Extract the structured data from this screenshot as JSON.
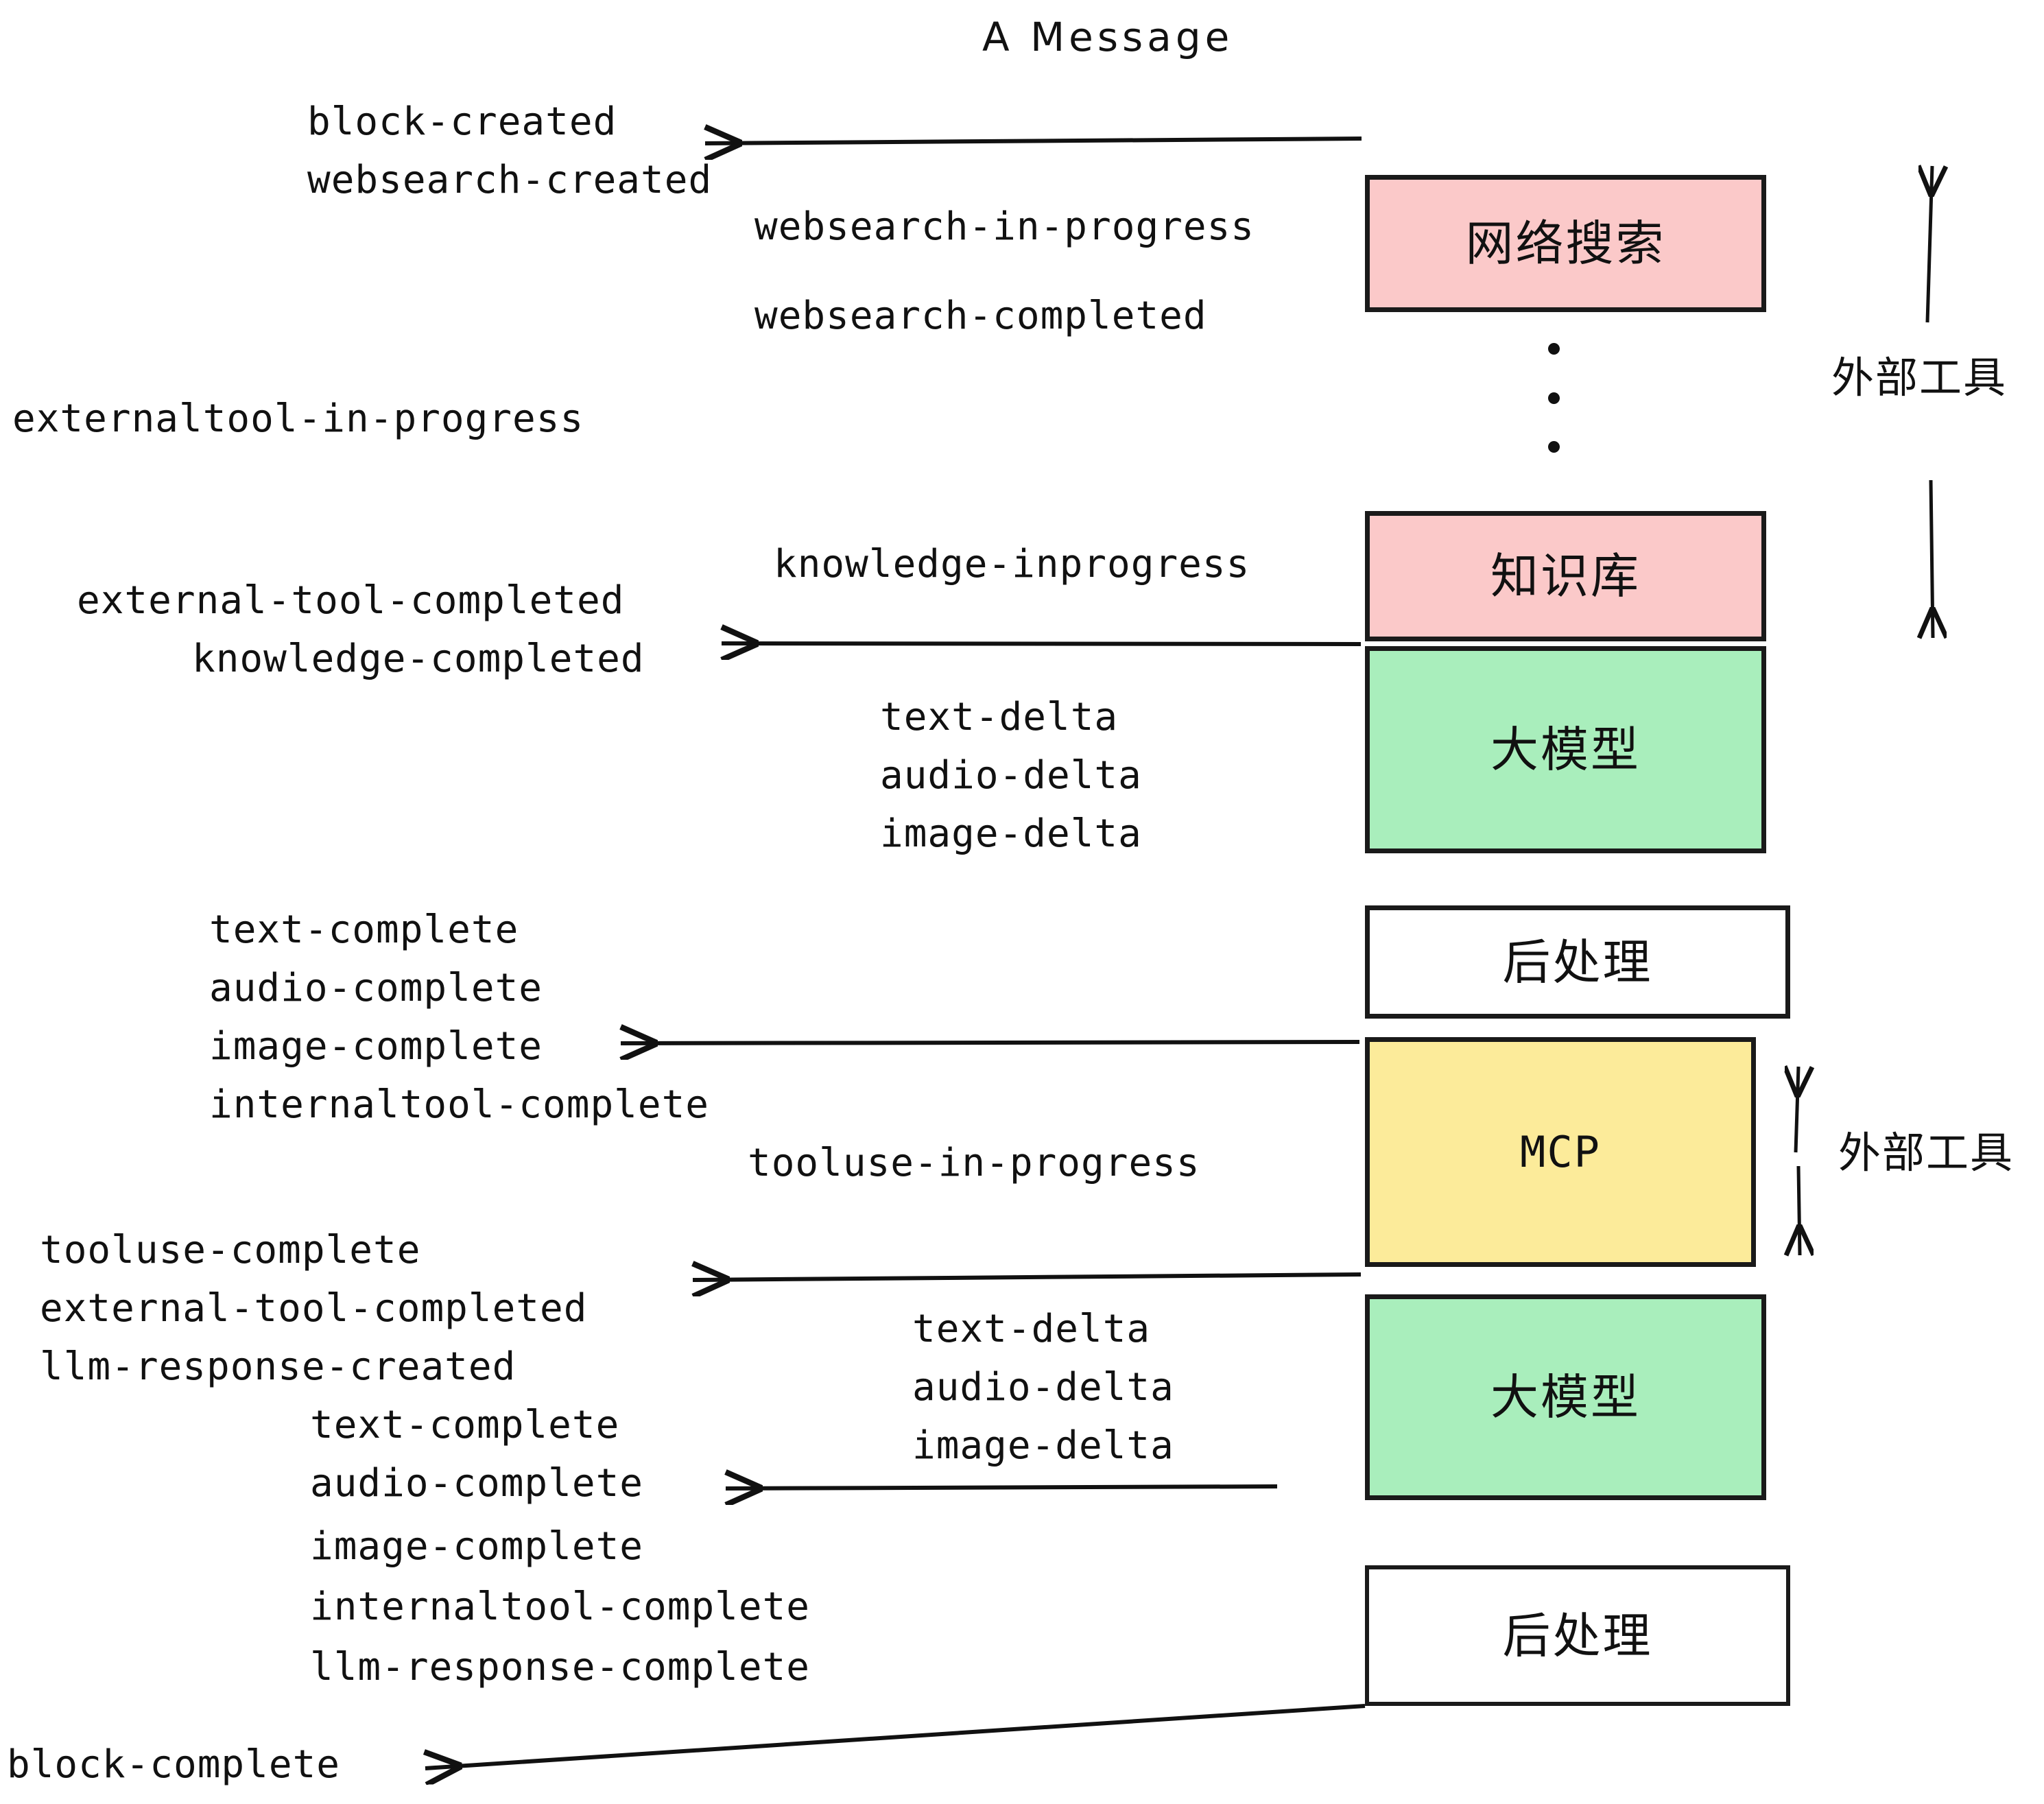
{
  "title": "A Message",
  "boxes": [
    {
      "id": "websearch",
      "label": "网络搜索",
      "color": "#FBC9C9"
    },
    {
      "id": "knowledge",
      "label": "知识库",
      "color": "#FBC9C9"
    },
    {
      "id": "llm1",
      "label": "大模型",
      "color": "#A9EEBC"
    },
    {
      "id": "postprocess1",
      "label": "后处理",
      "color": "#FFFFFF"
    },
    {
      "id": "mcp",
      "label": "MCP",
      "color": "#FCEB9A"
    },
    {
      "id": "llm2",
      "label": "大模型",
      "color": "#A9EEBC"
    },
    {
      "id": "postprocess2",
      "label": "后处理",
      "color": "#FFFFFF"
    }
  ],
  "side_labels": [
    {
      "id": "external-tool-top",
      "label": "外部工具"
    },
    {
      "id": "external-tool-bottom",
      "label": "外部工具"
    }
  ],
  "events": {
    "block_created": "block-created",
    "websearch_created": "websearch-created",
    "websearch_in_progress": "websearch-in-progress",
    "websearch_completed": "websearch-completed",
    "externaltool_in_progress": "externaltool-in-progress",
    "knowledge_inprogress": "knowledge-inprogress",
    "external_tool_completed_1": "external-tool-completed",
    "knowledge_completed": "knowledge-completed",
    "text_delta_1": "text-delta",
    "audio_delta_1": "audio-delta",
    "image_delta_1": "image-delta",
    "text_complete_1": "text-complete",
    "audio_complete_1": "audio-complete",
    "image_complete_1": "image-complete",
    "internaltool_complete_1": "internaltool-complete",
    "tooluse_in_progress": "tooluse-in-progress",
    "tooluse_complete": "tooluse-complete",
    "external_tool_completed_2": "external-tool-completed",
    "llm_response_created": "llm-response-created",
    "text_delta_2": "text-delta",
    "audio_delta_2": "audio-delta",
    "image_delta_2": "image-delta",
    "text_complete_2": "text-complete",
    "audio_complete_2": "audio-complete",
    "image_complete_2": "image-complete",
    "internaltool_complete_2": "internaltool-complete",
    "llm_response_complete": "llm-response-complete",
    "block_complete": "block-complete"
  },
  "colors": {
    "pink": "#FBC9C9",
    "green": "#A9EEBC",
    "yellow": "#FCEB9A",
    "white": "#FFFFFF",
    "stroke": "#1a1a1a"
  }
}
